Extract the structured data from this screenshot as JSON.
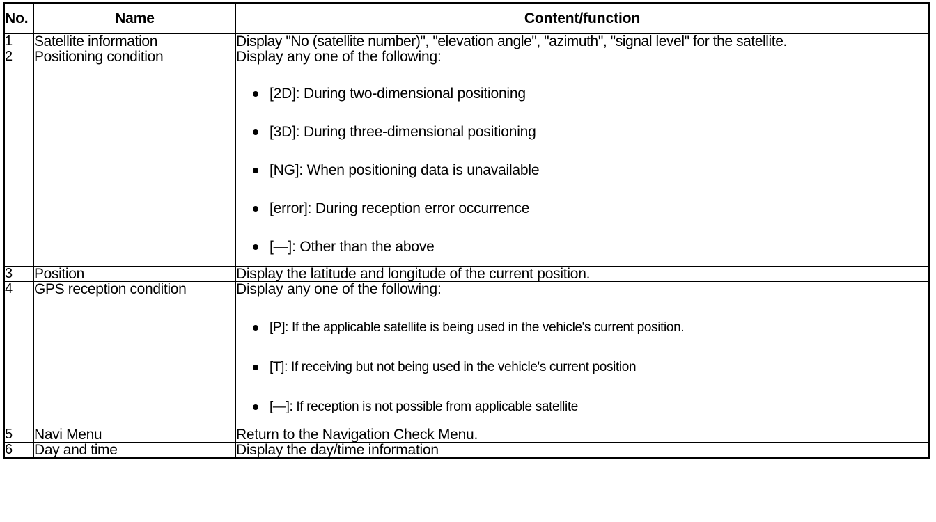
{
  "table": {
    "headers": {
      "no": "No.",
      "name": "Name",
      "content": "Content/function"
    },
    "rows": [
      {
        "no": "1",
        "name": "Satellite information",
        "content_lead": "Display \"No (satellite number)\", \"elevation angle\", \"azimuth\", \"signal level\" for the satellite.",
        "bullets": []
      },
      {
        "no": "2",
        "name": "Positioning condition",
        "content_lead": "Display any one of the following:",
        "bullets": [
          "[2D]: During two-dimensional positioning",
          "[3D]: During three-dimensional positioning",
          "[NG]: When positioning data is unavailable",
          "[error]: During reception error occurrence",
          "[—]: Other than the above"
        ]
      },
      {
        "no": "3",
        "name": "Position",
        "content_lead": "Display the latitude and longitude of the current position.",
        "bullets": []
      },
      {
        "no": "4",
        "name": "GPS reception condition",
        "content_lead": "Display any one of the following:",
        "bullets": [
          "[P]: If the applicable satellite is being used in the vehicle's current position.",
          "[T]: If receiving but not being used in the vehicle's current position",
          "[—]: If reception is not possible from applicable satellite"
        ]
      },
      {
        "no": "5",
        "name": "Navi Menu",
        "content_lead": "Return to the Navigation Check Menu.",
        "bullets": []
      },
      {
        "no": "6",
        "name": "Day and time",
        "content_lead": "Display the day/time information",
        "bullets": []
      }
    ]
  },
  "colors": {
    "border": "#000000",
    "text": "#000000",
    "background": "#ffffff"
  }
}
